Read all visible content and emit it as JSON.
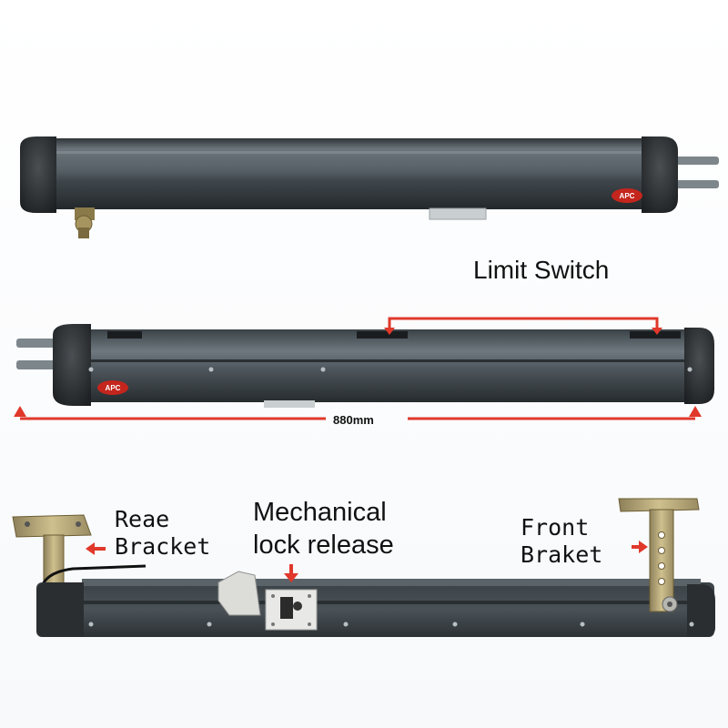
{
  "labels": {
    "limit_switch": "Limit Switch",
    "dimension": "880mm",
    "rear_bracket_line1": "Reae",
    "rear_bracket_line2": "Bracket",
    "lock_release_line1": "Mechanical",
    "lock_release_line2": "lock release",
    "front_bracket_line1": "Front",
    "front_bracket_line2": "Braket"
  },
  "brand": "APC",
  "colors": {
    "actuator_body": "#4a5258",
    "arrow_red": "#e0382b",
    "bracket_brass": "#b8a878",
    "logo_red": "#c4261d"
  },
  "icons": [
    "arrow-right-icon",
    "arrow-down-icon",
    "arrow-left-icon"
  ]
}
